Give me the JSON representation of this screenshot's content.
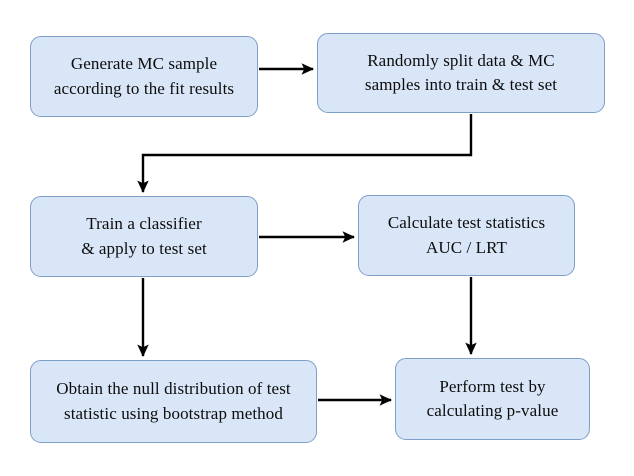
{
  "diagram": {
    "title": "Statistical analysis workflow flowchart",
    "type": "flowchart",
    "colors": {
      "node_fill": "#d9e6f7",
      "node_border": "#7e9fc9",
      "edge": "#000000",
      "text": "#0d0d0d",
      "background": "#ffffff"
    },
    "nodes": [
      {
        "id": "generate-mc",
        "lines": [
          "Generate MC sample",
          "according to the fit results"
        ],
        "line1": "Generate MC sample",
        "line2": "according to the fit results"
      },
      {
        "id": "split-data",
        "lines": [
          "Randomly split data & MC",
          "samples into train & test set"
        ],
        "line1": "Randomly split data & MC",
        "line2": "samples into train & test set"
      },
      {
        "id": "train-clf",
        "lines": [
          "Train a classifier",
          "& apply to test set"
        ],
        "line1": "Train a classifier",
        "line2": "& apply to test set"
      },
      {
        "id": "calc-stats",
        "lines": [
          "Calculate test statistics",
          "AUC / LRT"
        ],
        "line1": "Calculate test statistics",
        "line2": "AUC / LRT"
      },
      {
        "id": "null-dist",
        "lines": [
          "Obtain the null distribution of test",
          "statistic using bootstrap method"
        ],
        "line1": "Obtain the null distribution of test",
        "line2": "statistic using bootstrap method"
      },
      {
        "id": "perform-test",
        "lines": [
          "Perform test by",
          "calculating p-value"
        ],
        "line1": "Perform test by",
        "line2": "calculating p-value"
      }
    ],
    "edges": [
      {
        "id": "generate-mc-to-split-data",
        "from": "generate-mc",
        "to": "split-data",
        "shape": "straight-right",
        "label": ""
      },
      {
        "id": "split-data-to-train-clf",
        "from": "split-data",
        "to": "train-clf",
        "shape": "elbow-down-left-down",
        "label": ""
      },
      {
        "id": "train-clf-to-calc-stats",
        "from": "train-clf",
        "to": "calc-stats",
        "shape": "straight-right",
        "label": ""
      },
      {
        "id": "train-clf-to-null-dist",
        "from": "train-clf",
        "to": "null-dist",
        "shape": "straight-down",
        "label": ""
      },
      {
        "id": "calc-stats-to-perform-test",
        "from": "calc-stats",
        "to": "perform-test",
        "shape": "straight-down",
        "label": ""
      },
      {
        "id": "null-dist-to-perform-test",
        "from": "null-dist",
        "to": "perform-test",
        "shape": "straight-right",
        "label": ""
      }
    ]
  }
}
